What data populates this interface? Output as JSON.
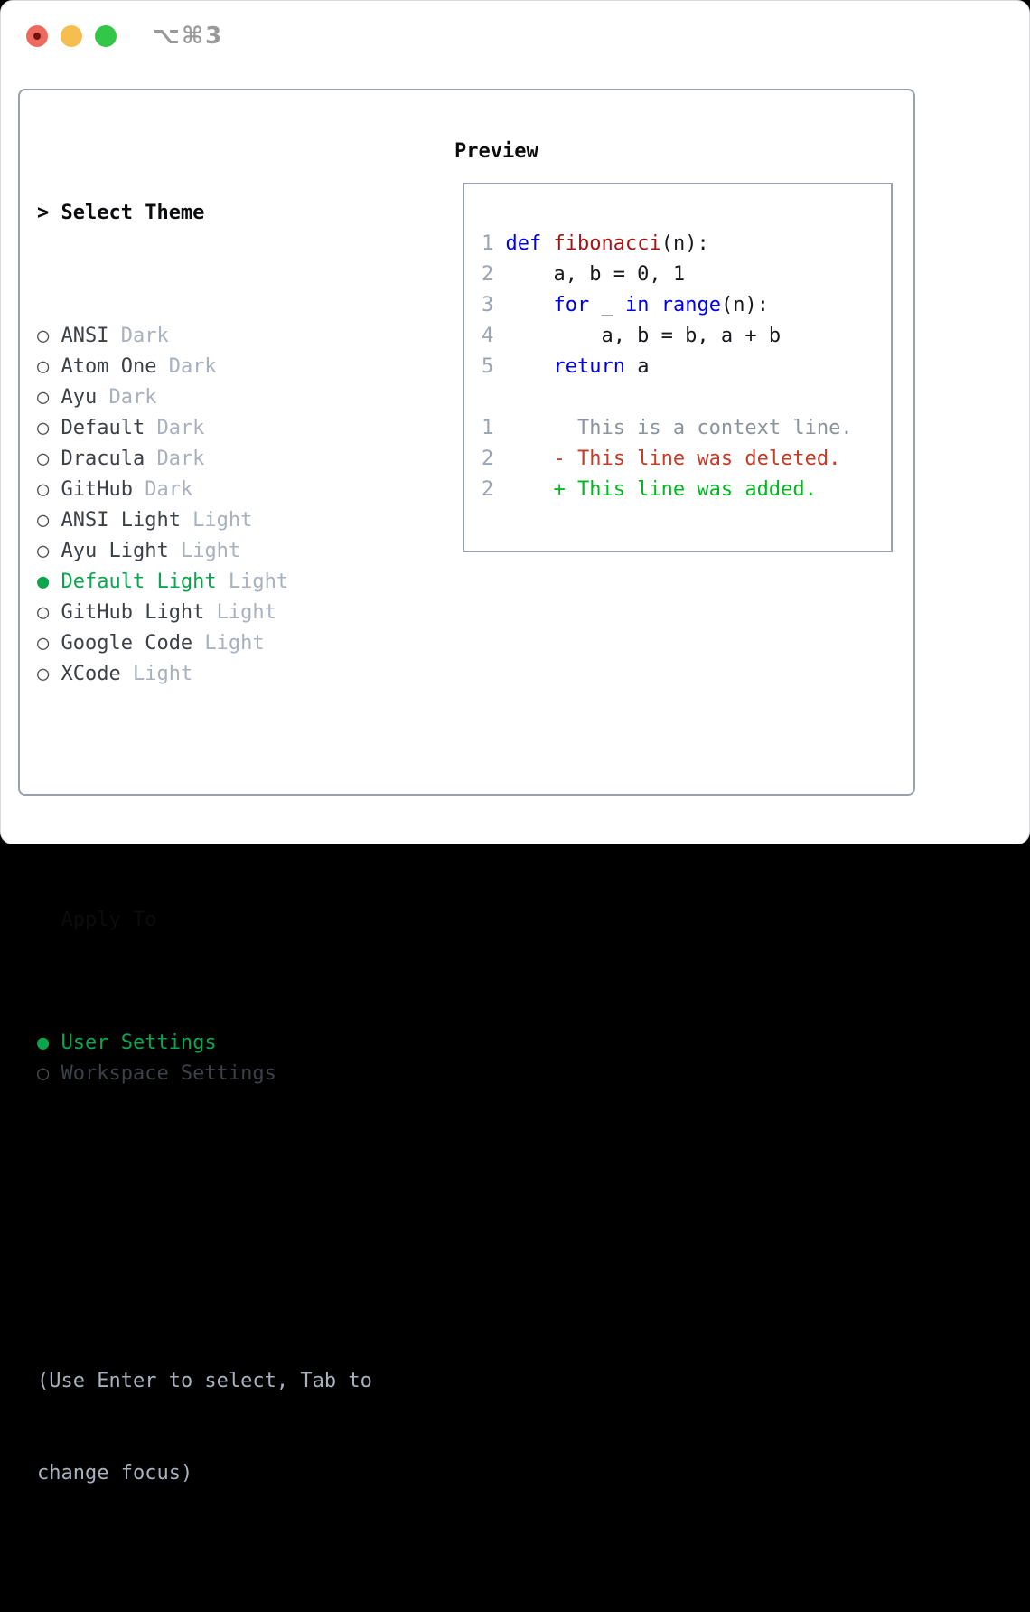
{
  "titlebar": {
    "shortcut": "⌥⌘3",
    "traffic_lights": [
      {
        "name": "close",
        "color": "#ee6a5f"
      },
      {
        "name": "minimize",
        "color": "#f6be50"
      },
      {
        "name": "zoom",
        "color": "#33c748"
      }
    ]
  },
  "theme_picker": {
    "header": {
      "marker": ">",
      "label": "Select Theme"
    },
    "items": [
      {
        "marker": "○",
        "name": "ANSI",
        "tag": "Dark",
        "selected": false
      },
      {
        "marker": "○",
        "name": "Atom One",
        "tag": "Dark",
        "selected": false
      },
      {
        "marker": "○",
        "name": "Ayu",
        "tag": "Dark",
        "selected": false
      },
      {
        "marker": "○",
        "name": "Default",
        "tag": "Dark",
        "selected": false
      },
      {
        "marker": "○",
        "name": "Dracula",
        "tag": "Dark",
        "selected": false
      },
      {
        "marker": "○",
        "name": "GitHub",
        "tag": "Dark",
        "selected": false
      },
      {
        "marker": "○",
        "name": "ANSI Light",
        "tag": "Light",
        "selected": false
      },
      {
        "marker": "○",
        "name": "Ayu Light",
        "tag": "Light",
        "selected": false
      },
      {
        "marker": "●",
        "name": "Default Light",
        "tag": "Light",
        "selected": true
      },
      {
        "marker": "○",
        "name": "GitHub Light",
        "tag": "Light",
        "selected": false
      },
      {
        "marker": "○",
        "name": "Google Code",
        "tag": "Light",
        "selected": false
      },
      {
        "marker": "○",
        "name": "XCode",
        "tag": "Light",
        "selected": false
      }
    ],
    "apply_to": {
      "label": "Apply To",
      "options": [
        {
          "marker": "●",
          "name": "User Settings",
          "selected": true
        },
        {
          "marker": "○",
          "name": "Workspace Settings",
          "selected": false
        }
      ]
    },
    "help_lines": [
      "(Use Enter to select, Tab to",
      "change focus)"
    ]
  },
  "preview": {
    "title": "Preview",
    "lines": [
      {
        "num": "1",
        "tokens": [
          {
            "t": "def",
            "c": "kw"
          },
          {
            "t": " ",
            "c": "pl"
          },
          {
            "t": "fibonacci",
            "c": "fn"
          },
          {
            "t": "(n):",
            "c": "pl"
          }
        ]
      },
      {
        "num": "2",
        "tokens": [
          {
            "t": "    a, b = 0, 1",
            "c": "pl"
          }
        ]
      },
      {
        "num": "3",
        "tokens": [
          {
            "t": "    ",
            "c": "pl"
          },
          {
            "t": "for",
            "c": "kw"
          },
          {
            "t": " _ ",
            "c": "pl"
          },
          {
            "t": "in",
            "c": "kw"
          },
          {
            "t": " ",
            "c": "pl"
          },
          {
            "t": "range",
            "c": "kw"
          },
          {
            "t": "(n):",
            "c": "pl"
          }
        ]
      },
      {
        "num": "4",
        "tokens": [
          {
            "t": "        a, b = b, a + b",
            "c": "pl"
          }
        ]
      },
      {
        "num": "5",
        "tokens": [
          {
            "t": "    ",
            "c": "pl"
          },
          {
            "t": "return",
            "c": "kw"
          },
          {
            "t": " a",
            "c": "pl"
          }
        ]
      },
      {
        "num": "",
        "tokens": []
      },
      {
        "num": "1",
        "tokens": [
          {
            "t": "      This is a context line.",
            "c": "ctx"
          }
        ]
      },
      {
        "num": "2",
        "tokens": [
          {
            "t": "    - This line was deleted.",
            "c": "del"
          }
        ]
      },
      {
        "num": "2",
        "tokens": [
          {
            "t": "    + This line was added.",
            "c": "add"
          }
        ]
      }
    ]
  },
  "colors": {
    "selection_green": "#0aa64c",
    "added_green": "#00b81f",
    "deleted_red": "#c63c26",
    "keyword_blue": "#0000ee",
    "function_red": "#a31515",
    "context_gray": "#8b939d",
    "line_number_gray": "#9aa5b3",
    "muted_tag_gray": "#a8b1bd",
    "panel_border_gray": "#99a2ac"
  }
}
